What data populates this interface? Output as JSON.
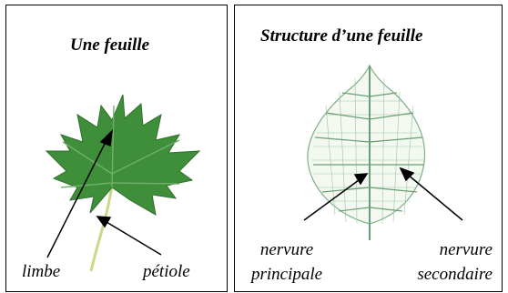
{
  "left_panel": {
    "title": "Une feuille",
    "labels": {
      "limbe": "limbe",
      "petiole": "pétiole"
    },
    "icon": "maple-leaf-icon"
  },
  "right_panel": {
    "title": "Structure d’une feuille",
    "labels": {
      "nervure_principale_line1": "nervure",
      "nervure_principale_line2": "principale",
      "nervure_secondaire_line1": "nervure",
      "nervure_secondaire_line2": "secondaire"
    },
    "icon": "leaf-skeleton-icon"
  },
  "colors": {
    "leaf_green": "#3f8f3a",
    "leaf_dark": "#2f6f2c",
    "petiole": "#c9d88a",
    "skeleton": "#7fb089",
    "text": "#000000"
  }
}
